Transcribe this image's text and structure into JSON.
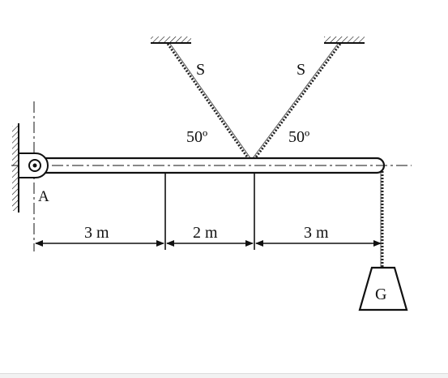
{
  "labels": {
    "support": "A",
    "cable_left": "S",
    "cable_right": "S",
    "angle_left": "50º",
    "angle_right": "50º",
    "dim_1": "3 m",
    "dim_2": "2 m",
    "dim_3": "3 m",
    "weight": "G"
  }
}
